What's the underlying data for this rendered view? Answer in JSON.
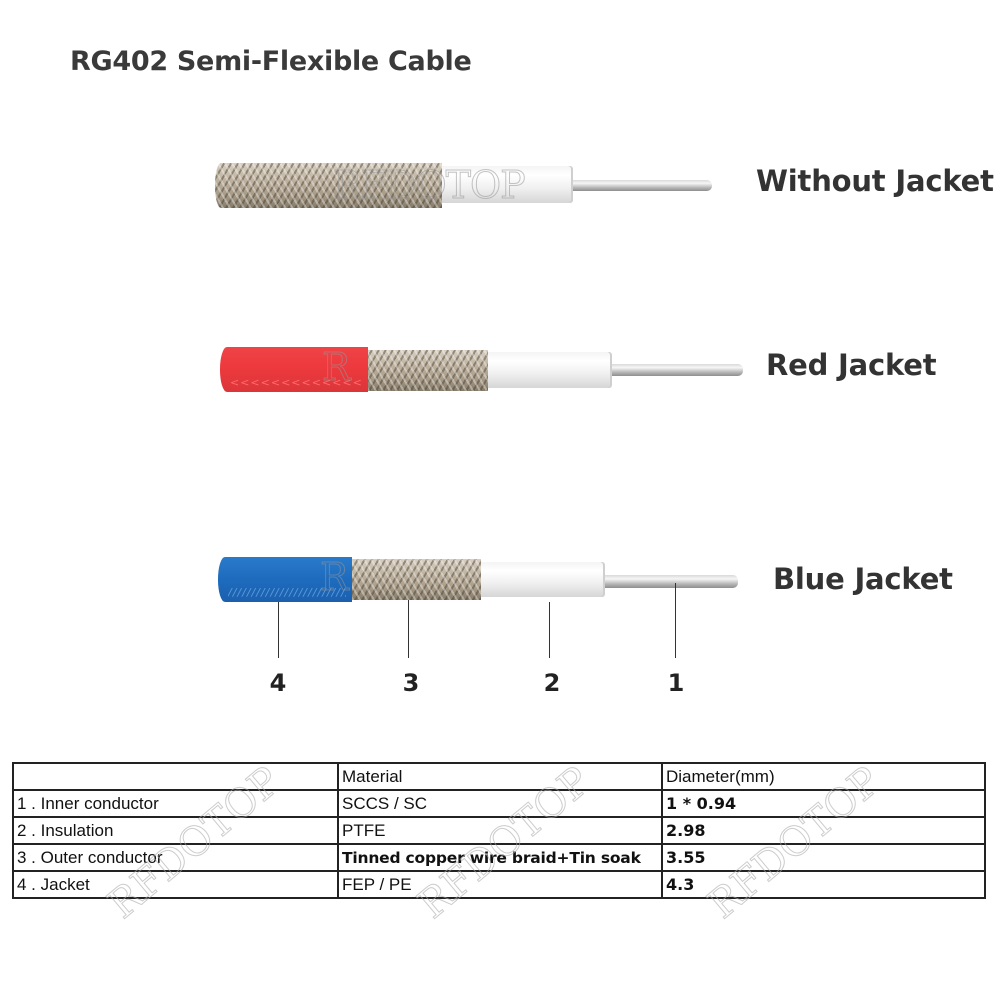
{
  "title": "RG402 Semi-Flexible Cable",
  "watermark": "RFDOTOP",
  "colors": {
    "red_jacket": "#ee3a3e",
    "blue_jacket": "#1f6fbf",
    "braid": "#b8ab98",
    "dielectric": "#f4f4f4",
    "text": "#333333"
  },
  "cables": [
    {
      "label": "Without Jacket",
      "jacket": "none"
    },
    {
      "label": "Red Jacket",
      "jacket": "red"
    },
    {
      "label": "Blue Jacket",
      "jacket": "blue"
    }
  ],
  "part_numbers": [
    "4",
    "3",
    "2",
    "1"
  ],
  "chevron_pattern": "<<<<<<<<<<<<<<<<<<<<<<<<<<<<<<<<",
  "blue_pattern": "//////////////////////////////////",
  "table": {
    "headers": [
      "",
      "Material",
      "Diameter(mm)"
    ],
    "rows": [
      {
        "part": "1 . Inner conductor",
        "material": "SCCS / SC",
        "diameter": "1 * 0.94"
      },
      {
        "part": "2 . Insulation",
        "material": "PTFE",
        "diameter": "2.98"
      },
      {
        "part": "3 . Outer conductor",
        "material": "Tinned copper wire braid+Tin soak",
        "diameter": "3.55"
      },
      {
        "part": "4 . Jacket",
        "material": "FEP / PE",
        "diameter": "4.3"
      }
    ]
  }
}
